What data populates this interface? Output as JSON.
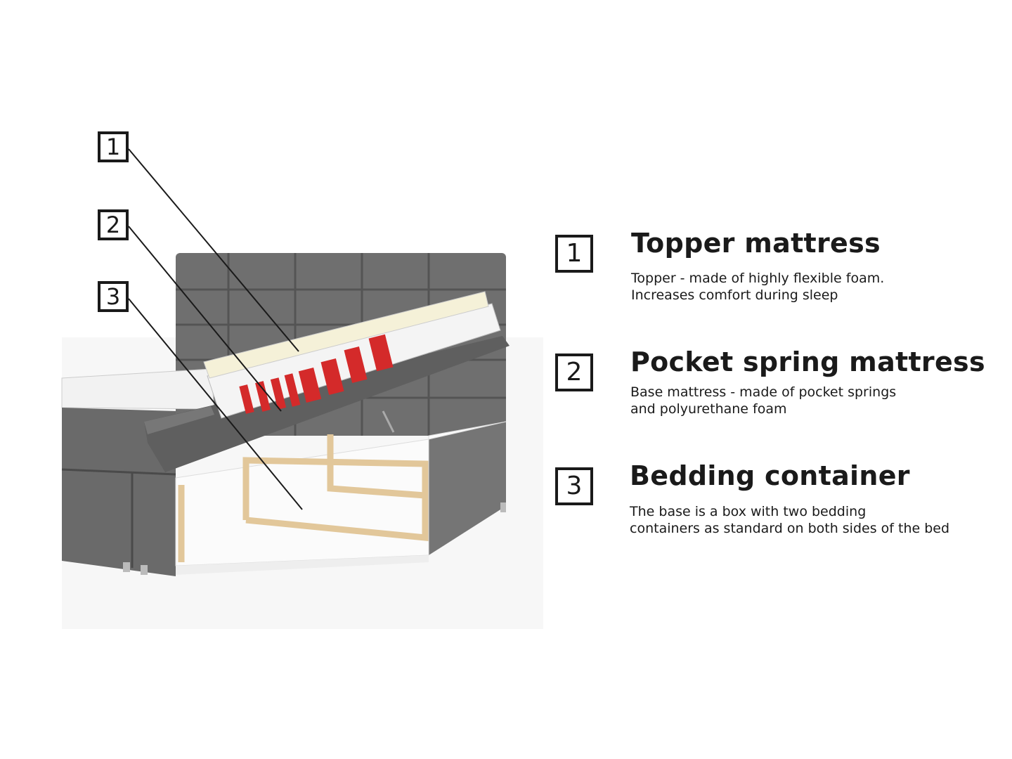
{
  "callouts": [
    {
      "number": "1"
    },
    {
      "number": "2"
    },
    {
      "number": "3"
    }
  ],
  "features": [
    {
      "number": "1",
      "title": "Topper mattress",
      "lines": [
        "Topper - made of highly flexible foam.",
        "Increases comfort during sleep"
      ]
    },
    {
      "number": "2",
      "title": "Pocket spring mattress",
      "lines": [
        "Base mattress - made of pocket springs",
        "and polyurethane foam"
      ]
    },
    {
      "number": "3",
      "title": "Bedding container",
      "lines": [
        "The base is a box with two bedding",
        "containers as standard on both sides of the bed"
      ]
    }
  ],
  "colors": {
    "upholstery": "#6d6d6d",
    "spring": "#d42a2a",
    "wood": "#e2c79a",
    "text": "#1a1a1a"
  }
}
